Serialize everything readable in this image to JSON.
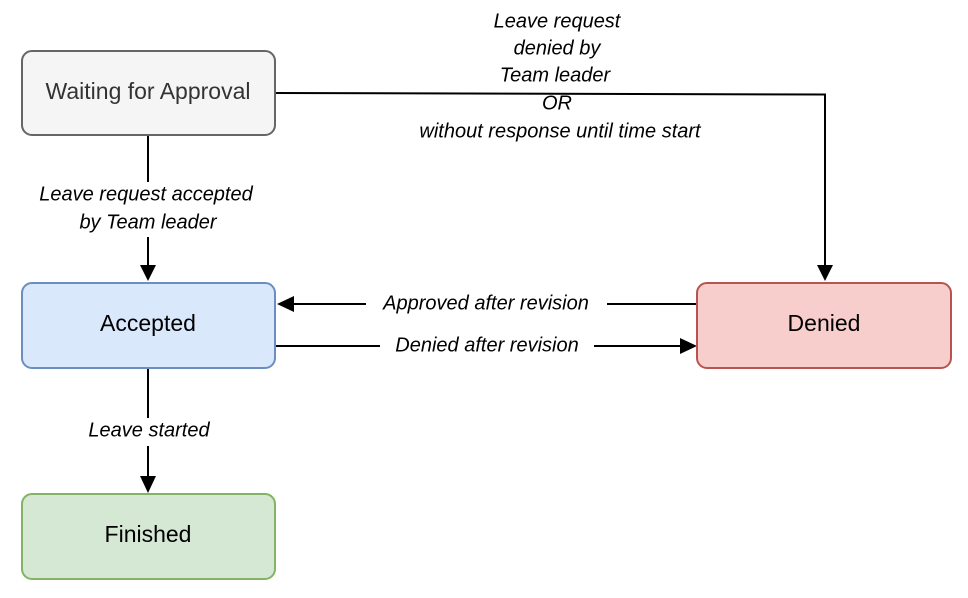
{
  "diagram": {
    "type": "state-flow",
    "nodes": {
      "waiting": {
        "label": "Waiting for Approval",
        "fill": "#f5f5f5",
        "stroke": "#666666",
        "text_color": "#333333"
      },
      "accepted": {
        "label": "Accepted",
        "fill": "#dae8fc",
        "stroke": "#6c8ebf",
        "text_color": "#000000"
      },
      "denied": {
        "label": "Denied",
        "fill": "#f8cecc",
        "stroke": "#b85450",
        "text_color": "#000000"
      },
      "finished": {
        "label": "Finished",
        "fill": "#d5e8d4",
        "stroke": "#82b366",
        "text_color": "#000000"
      }
    },
    "edges": {
      "waiting_to_denied": {
        "from": "Waiting for Approval",
        "to": "Denied",
        "label_lines": [
          "Leave request",
          "denied by",
          "Team leader",
          "OR",
          "without response until time start"
        ]
      },
      "waiting_to_accepted": {
        "from": "Waiting for Approval",
        "to": "Accepted",
        "label_lines": [
          "Leave request accepted",
          "by Team leader"
        ]
      },
      "denied_to_accepted": {
        "from": "Denied",
        "to": "Accepted",
        "label": "Approved after revision"
      },
      "accepted_to_denied": {
        "from": "Accepted",
        "to": "Denied",
        "label": "Denied after revision"
      },
      "accepted_to_finished": {
        "from": "Accepted",
        "to": "Finished",
        "label": "Leave started"
      }
    }
  }
}
